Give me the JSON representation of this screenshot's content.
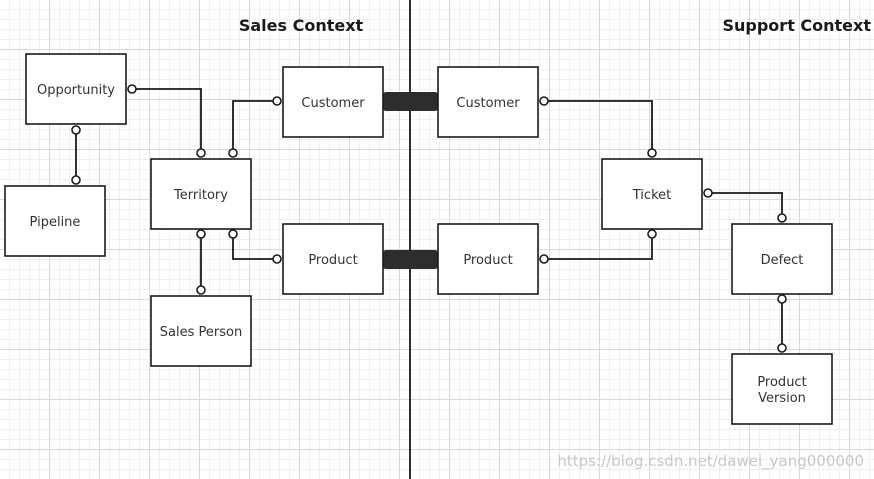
{
  "contexts": {
    "sales": "Sales Context",
    "support": "Support Context"
  },
  "entities": {
    "opportunity": "Opportunity",
    "pipeline": "Pipeline",
    "territory": "Territory",
    "sales_person": "Sales Person",
    "sales_customer": "Customer",
    "sales_product": "Product",
    "support_customer": "Customer",
    "support_product": "Product",
    "ticket": "Ticket",
    "defect": "Defect",
    "product_version_line1": "Product",
    "product_version_line2": "Version"
  },
  "watermark": "https://blog.csdn.net/dawei_yang000000"
}
